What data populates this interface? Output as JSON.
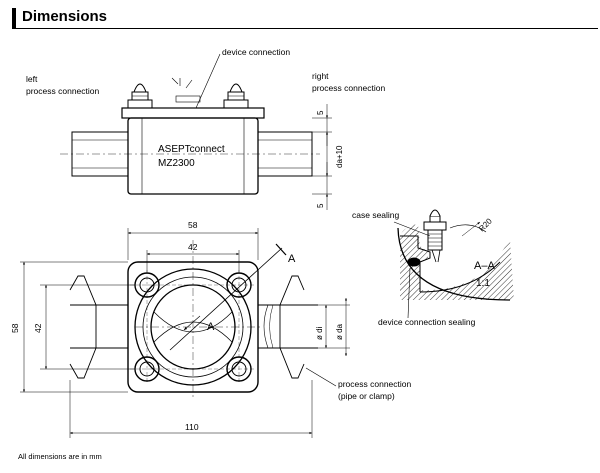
{
  "title": "Dimensions",
  "labels": {
    "device_connection": "device connection",
    "left_process": [
      "left",
      "process connection"
    ],
    "right_process": [
      "right",
      "process connection"
    ],
    "product_name": "ASEPTconnect",
    "product_model": "MZ2300",
    "case_sealing": "case sealing",
    "device_connection_sealing": "device connection sealing",
    "section": "A–A",
    "scale": "1:1",
    "section_marker": "A",
    "process_connection": [
      "process connection",
      "(pipe or clamp)"
    ],
    "footnote": "All dimensions are in mm"
  },
  "dimensions": {
    "top_offset": "5",
    "bottom_offset": "5",
    "da_plus": "da+10",
    "width_58": "58",
    "width_42": "42",
    "height_58": "58",
    "height_42": "42",
    "length_110": "110",
    "radius": "R20",
    "di": "ø di",
    "da": "ø da"
  },
  "colors": {
    "line": "#000000",
    "hatch": "#000000",
    "background": "#ffffff"
  }
}
